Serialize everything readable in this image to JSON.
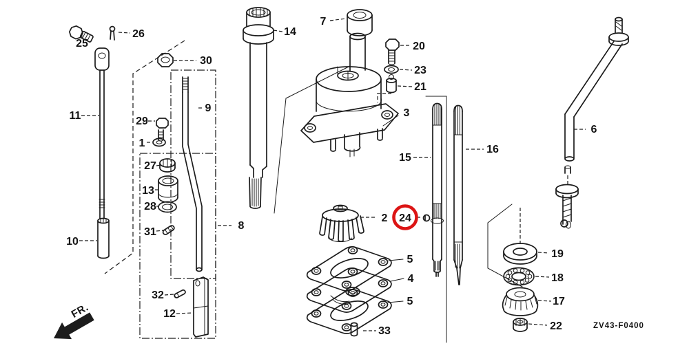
{
  "diagram_code": "ZV43-F0400",
  "fr_label": "FR.",
  "colors": {
    "line": "#1c1c1c",
    "highlight": "#dc1414",
    "background": "#ffffff"
  },
  "highlighted_part": "24",
  "parts": {
    "p1": "1",
    "p2": "2",
    "p3": "3",
    "p4": "4",
    "p5a": "5",
    "p5b": "5",
    "p6": "6",
    "p7": "7",
    "p8": "8",
    "p9": "9",
    "p10": "10",
    "p11": "11",
    "p12": "12",
    "p13": "13",
    "p14": "14",
    "p15": "15",
    "p16": "16",
    "p17": "17",
    "p18": "18",
    "p19": "19",
    "p20": "20",
    "p21": "21",
    "p22": "22",
    "p23": "23",
    "p24": "24",
    "p25": "25",
    "p26": "26",
    "p27": "27",
    "p28": "28",
    "p29": "29",
    "p30": "30",
    "p31": "31",
    "p32": "32",
    "p33": "33"
  }
}
